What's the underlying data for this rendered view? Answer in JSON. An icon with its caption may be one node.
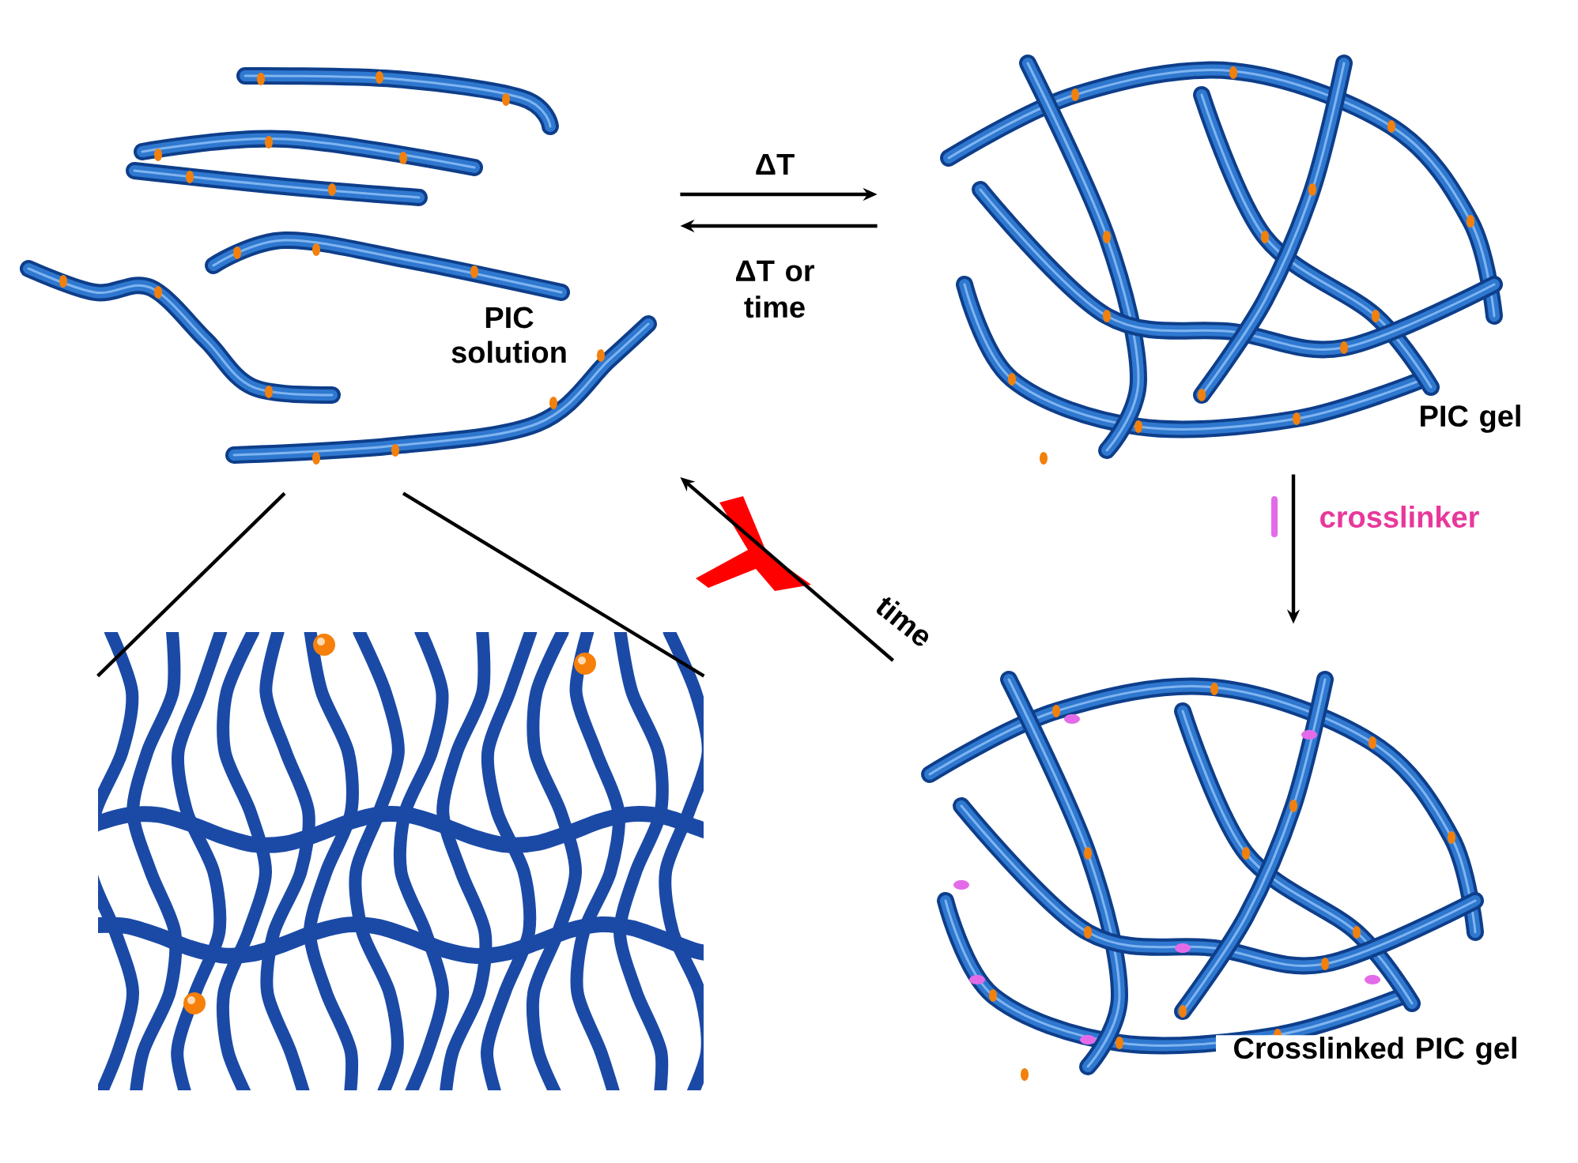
{
  "diagram": {
    "nodes": [
      {
        "text": [
          "PIC solution"
        ]
      },
      {
        "text": [
          "PIC gel"
        ]
      },
      {
        "text": [
          "Crosslinked PIC gel"
        ]
      },
      {
        "text": [],
        "shape": "picture"
      }
    ],
    "edges": [
      {
        "from": 0,
        "to": 1,
        "arrow": "to",
        "label": "ΔT"
      },
      {
        "from": 1,
        "to": 0,
        "arrow": "to",
        "label": "ΔT or time"
      },
      {
        "from": 1,
        "to": 2,
        "arrow": "to",
        "label": "crosslinker"
      },
      {
        "from": 2,
        "to": 0,
        "arrow": "to",
        "label": "time"
      },
      {
        "from": 0,
        "to": 3,
        "arrow": "none"
      },
      {
        "from": 0,
        "to": 3,
        "arrow": "none"
      }
    ]
  }
}
